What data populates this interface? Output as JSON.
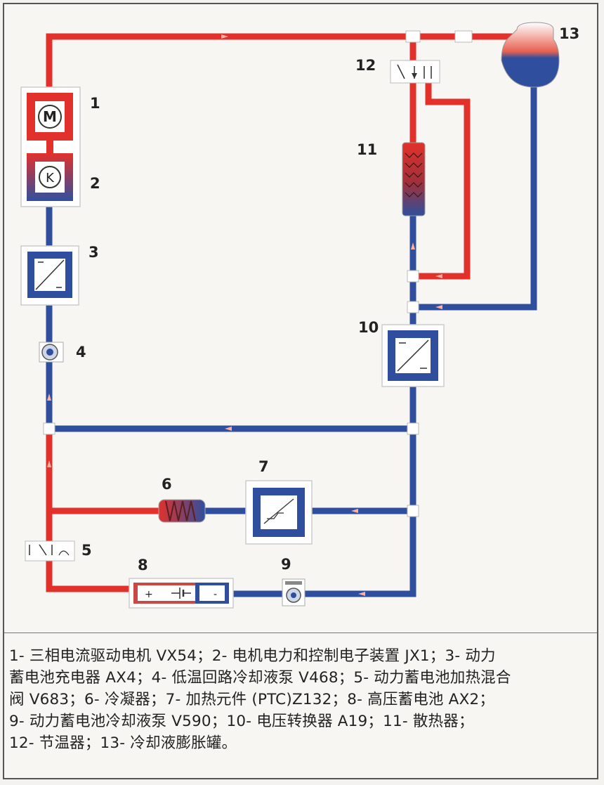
{
  "labels": {
    "n1": "1",
    "n2": "2",
    "n3": "3",
    "n4": "4",
    "n5": "5",
    "n6": "6",
    "n7": "7",
    "n8": "8",
    "n9": "9",
    "n10": "10",
    "n11": "11",
    "n12": "12",
    "n13": "13"
  },
  "symbols": {
    "motor": "M",
    "power_electronics": "K",
    "battery_plus": "+",
    "battery_minus": "-"
  },
  "caption": {
    "line1": "1- 三相电流驱动电机 VX54；2- 电机电力和控制电子装置 JX1；3- 动力",
    "line2": "蓄电池充电器 AX4；4- 低温回路冷却液泵 V468；5- 动力蓄电池加热混合",
    "line3": "阀 V683；6- 冷凝器；7- 加热元件 (PTC)Z132；8- 高压蓄电池 AX2；",
    "line4": "9- 动力蓄电池冷却液泵 V590；10- 电压转换器 A19；11- 散热器；",
    "line5": "12- 节温器；13- 冷却液膨胀罐。"
  },
  "colors": {
    "hot": "#e2312b",
    "cold": "#2f4f9e",
    "frame": "#555555"
  }
}
